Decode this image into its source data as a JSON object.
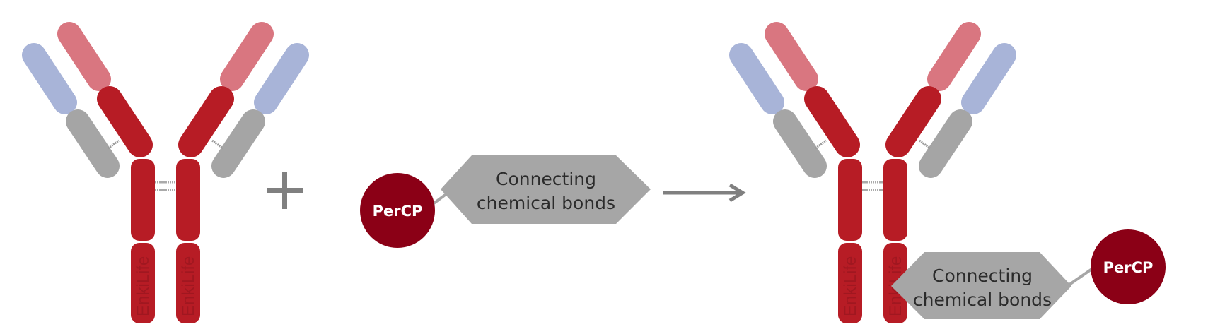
{
  "colors": {
    "heavy_chain": "#b71c25",
    "heavy_variable": "#d97680",
    "light_variable": "#a8b4d8",
    "light_constant": "#a5a5a5",
    "fluorophore": "#8b0016",
    "linker": "#a6a6a6",
    "operator": "#808080"
  },
  "watermark": "EnkiLife",
  "fluorophore_label": "PerCP",
  "linker_label": {
    "line1": "Connecting",
    "line2": "chemical bonds"
  },
  "operators": {
    "plus": "plus-icon",
    "arrow": "arrow-right-icon"
  }
}
